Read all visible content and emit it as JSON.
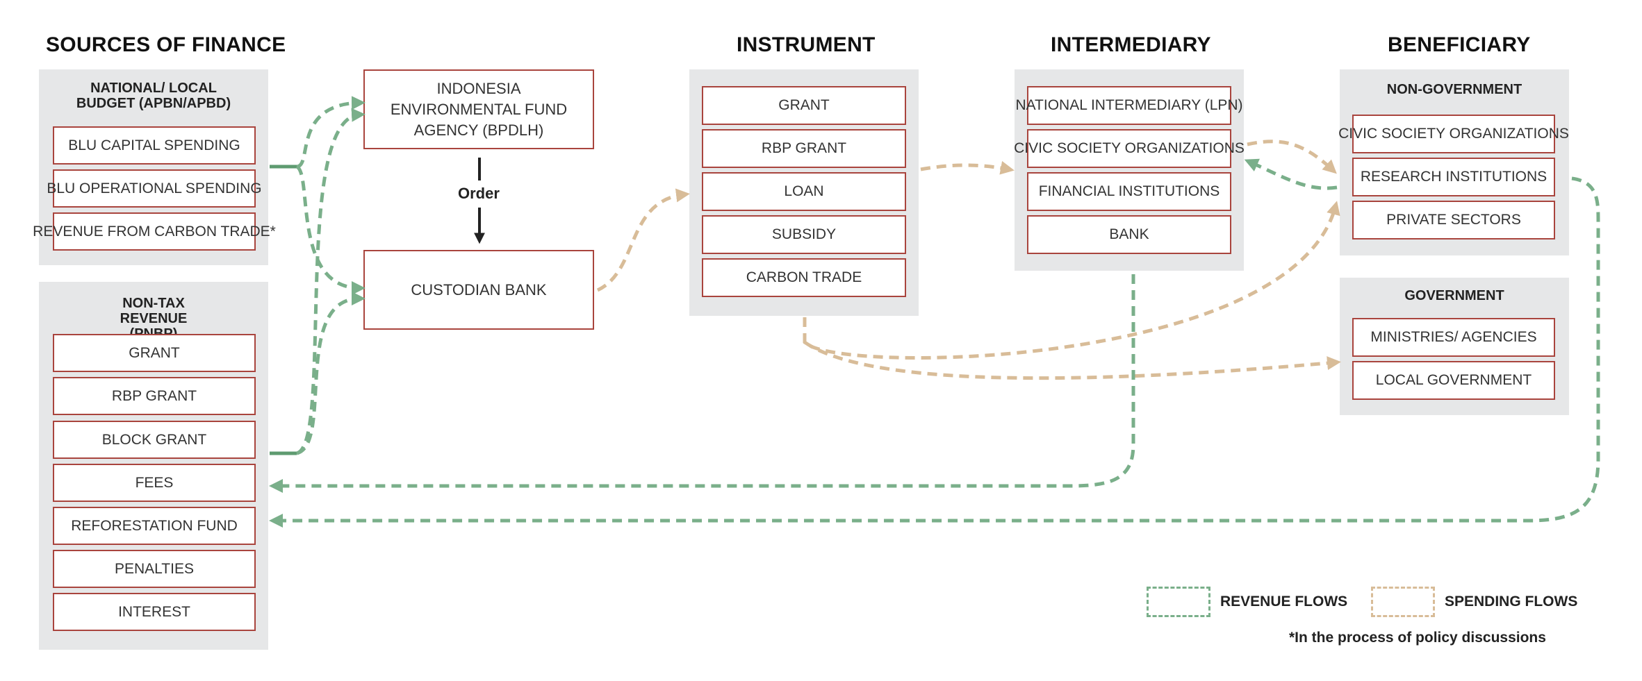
{
  "headings": {
    "sources": "SOURCES OF FINANCE",
    "instrument": "INSTRUMENT",
    "intermediary": "INTERMEDIARY",
    "beneficiary": "BENEFICIARY"
  },
  "budget": {
    "title": "NATIONAL/ LOCAL BUDGET (APBN/APBD)",
    "items": [
      "BLU CAPITAL SPENDING",
      "BLU OPERATIONAL SPENDING",
      "REVENUE FROM CARBON TRADE*"
    ]
  },
  "pnbp": {
    "title": "NON-TAX REVENUE (PNBP)",
    "items": [
      "GRANT",
      "RBP GRANT",
      "BLOCK GRANT",
      "FEES",
      "REFORESTATION FUND",
      "PENALTIES",
      "INTEREST"
    ]
  },
  "bpdlh": "INDONESIA ENVIRONMENTAL FUND AGENCY (BPDLH)",
  "order_label": "Order",
  "custodian": "CUSTODIAN BANK",
  "instruments": [
    "GRANT",
    "RBP GRANT",
    "LOAN",
    "SUBSIDY",
    "CARBON TRADE"
  ],
  "intermediaries": [
    "NATIONAL INTERMEDIARY (LPN)",
    "CIVIC SOCIETY ORGANIZATIONS",
    "FINANCIAL INSTITUTIONS",
    "BANK"
  ],
  "non_government": {
    "title": "NON-GOVERNMENT",
    "items": [
      "CIVIC SOCIETY ORGANIZATIONS",
      "RESEARCH INSTITUTIONS",
      "PRIVATE SECTORS"
    ]
  },
  "government": {
    "title": "GOVERNMENT",
    "items": [
      "MINISTRIES/ AGENCIES",
      "LOCAL GOVERNMENT"
    ]
  },
  "legend": {
    "revenue": "REVENUE FLOWS",
    "spending": "SPENDING FLOWS"
  },
  "footnote": "*In the process of policy discussions",
  "colors": {
    "revenue": "#7aaf8a",
    "spending": "#d8bc98",
    "box_border": "#a9443d",
    "panel": "#e6e7e8"
  }
}
